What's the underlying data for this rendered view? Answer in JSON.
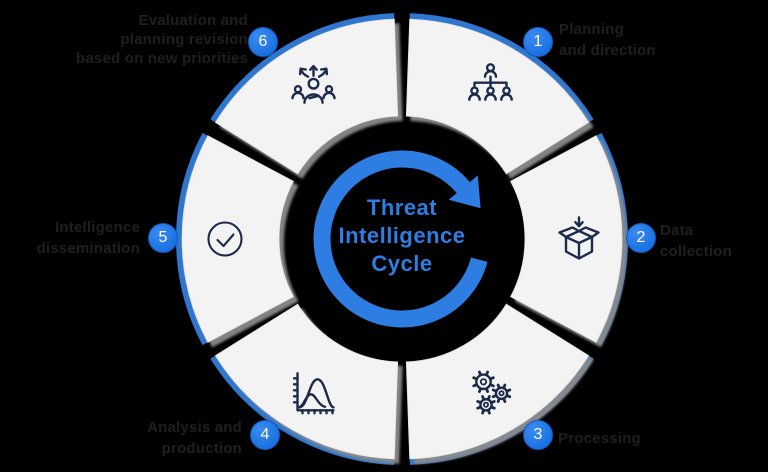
{
  "title": {
    "line1": "Threat",
    "line2": "Intelligence",
    "line3": "Cycle"
  },
  "steps": [
    {
      "number": "1",
      "icon": "team-hierarchy-icon",
      "lines": [
        "Planning",
        "and direction"
      ]
    },
    {
      "number": "2",
      "icon": "collection-box-icon",
      "lines": [
        "Data",
        "collection"
      ]
    },
    {
      "number": "3",
      "icon": "processing-gears-icon",
      "lines": [
        "Processing"
      ]
    },
    {
      "number": "4",
      "icon": "analysis-chart-icon",
      "lines": [
        "Analysis and",
        "production"
      ]
    },
    {
      "number": "5",
      "icon": "dissemination-check-icon",
      "lines": [
        "Intelligence",
        "dissemination"
      ]
    },
    {
      "number": "6",
      "icon": "feedback-decision-icon",
      "lines": [
        "Evaluation and",
        "planning revision",
        "based on new priorities"
      ]
    }
  ],
  "colors": {
    "background": "#000000",
    "wedge_fill": "#f3f3f3",
    "wedge_shadow": "#8a8a8a",
    "outer_ring_blue": "#2e76cf",
    "badge_blue": "#1a72e2",
    "arrow_blue": "#2e7de2",
    "title_blue": "#2e7de2",
    "icon_navy": "#1c2b4a",
    "label_text": "#1f1f1f",
    "badge_number": "#ffffff"
  }
}
